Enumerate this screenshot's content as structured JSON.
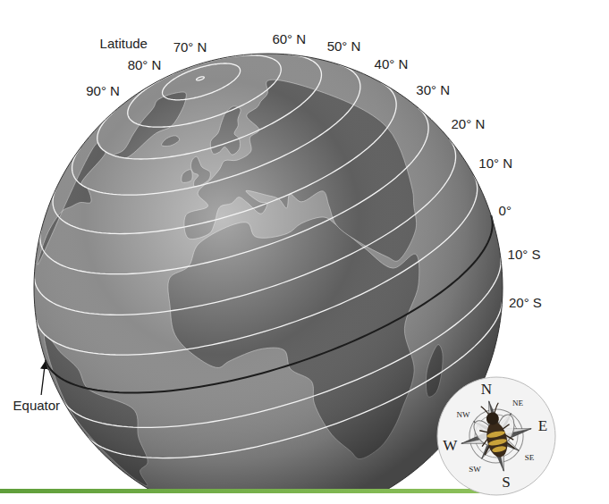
{
  "diagram": {
    "labels": [
      "Latitude",
      "90° N",
      "80° N",
      "70° N",
      "60° N",
      "50° N",
      "40° N",
      "30° N",
      "20° N",
      "10° N",
      "0°",
      "10° S",
      "20° S",
      "Equator",
      "N",
      "NE",
      "E",
      "SE",
      "S",
      "SW",
      "W",
      "NW"
    ]
  }
}
